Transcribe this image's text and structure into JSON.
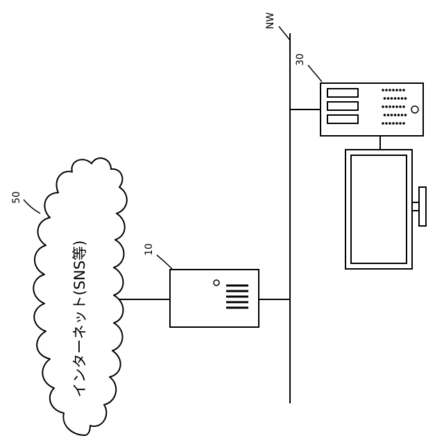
{
  "labels": {
    "network": "NW",
    "terminal": "30",
    "server": "10",
    "internet_ref": "50"
  },
  "cloud": {
    "text": "インターネット(SNS等)"
  }
}
